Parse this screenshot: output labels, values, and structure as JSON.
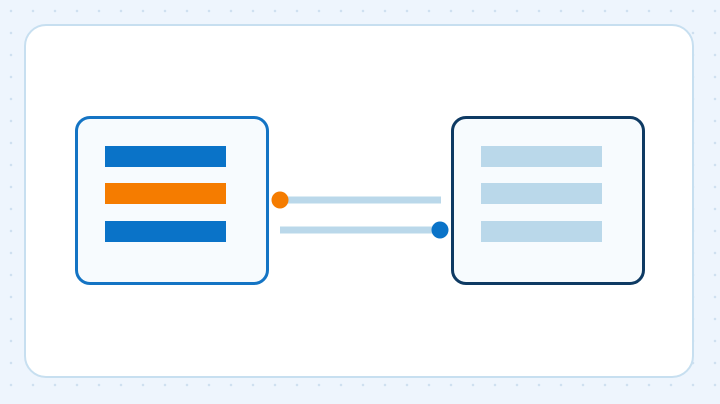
{
  "colors": {
    "background": "#eef5fd",
    "canvas": "#ffffff",
    "canvas_border": "#c7dff0",
    "blue": "#0a73c8",
    "orange": "#f57c00",
    "light_blue": "#bad8ea",
    "dark_navy": "#0e3a63"
  },
  "source_node": {
    "rows": [
      {
        "color": "#0a73c8"
      },
      {
        "color": "#f57c00"
      },
      {
        "color": "#0a73c8"
      }
    ]
  },
  "target_node": {
    "rows": [
      {
        "color": "#bad8ea"
      },
      {
        "color": "#bad8ea"
      },
      {
        "color": "#bad8ea"
      }
    ]
  },
  "connections": [
    {
      "from": "source",
      "to": "target",
      "port_side": "source",
      "port_color": "#f57c00",
      "line_color": "#bad8ea"
    },
    {
      "from": "source",
      "to": "target",
      "port_side": "target",
      "port_color": "#0a73c8",
      "line_color": "#bad8ea"
    }
  ]
}
